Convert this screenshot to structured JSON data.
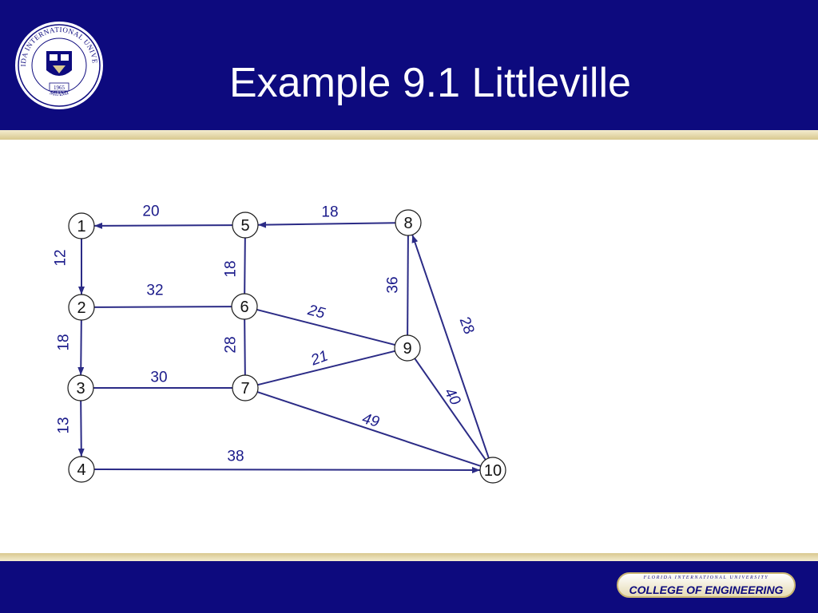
{
  "slide": {
    "title": "Example 9.1 Littleville"
  },
  "branding": {
    "seal_name": "FLORIDA INTERNATIONAL UNIVERSITY",
    "seal_city": "MIAMI",
    "seal_year": "1965",
    "footer_top": "FLORIDA INTERNATIONAL UNIVERSITY",
    "footer_main": "COLLEGE OF ENGINEERING"
  },
  "colors": {
    "navy": "#0d0a7e",
    "gold": "#d9c88f",
    "edge": "#2b2b86"
  },
  "network": {
    "nodes": [
      "1",
      "2",
      "3",
      "4",
      "5",
      "6",
      "7",
      "8",
      "9",
      "10"
    ],
    "edges": [
      {
        "from": "5",
        "to": "1",
        "weight": "20",
        "directed": true
      },
      {
        "from": "8",
        "to": "5",
        "weight": "18",
        "directed": true
      },
      {
        "from": "1",
        "to": "2",
        "weight": "12",
        "directed": true
      },
      {
        "from": "2",
        "to": "3",
        "weight": "18",
        "directed": true
      },
      {
        "from": "3",
        "to": "4",
        "weight": "13",
        "directed": true
      },
      {
        "from": "4",
        "to": "10",
        "weight": "38",
        "directed": true
      },
      {
        "from": "10",
        "to": "8",
        "weight": "28",
        "directed": true
      },
      {
        "from": "5",
        "to": "6",
        "weight": "18",
        "directed": false
      },
      {
        "from": "2",
        "to": "6",
        "weight": "32",
        "directed": false
      },
      {
        "from": "6",
        "to": "7",
        "weight": "28",
        "directed": false
      },
      {
        "from": "3",
        "to": "7",
        "weight": "30",
        "directed": false
      },
      {
        "from": "6",
        "to": "9",
        "weight": "25",
        "directed": false
      },
      {
        "from": "7",
        "to": "9",
        "weight": "21",
        "directed": false
      },
      {
        "from": "8",
        "to": "9",
        "weight": "36",
        "directed": false
      },
      {
        "from": "9",
        "to": "10",
        "weight": "40",
        "directed": false
      },
      {
        "from": "7",
        "to": "10",
        "weight": "49",
        "directed": false
      }
    ]
  }
}
